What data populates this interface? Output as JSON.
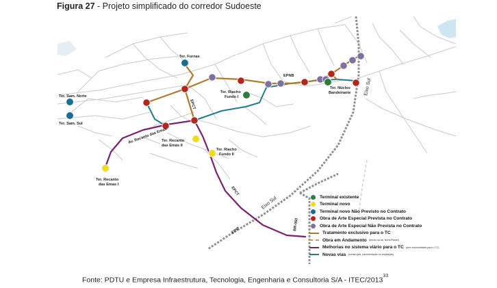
{
  "caption": {
    "figure": "Figura 27",
    "title": " - Projeto simplificado do corredor Sudoeste"
  },
  "labels": {
    "ter_furnas": "Ter. Furnas",
    "ter_sam_norte": "Ter. Sam. Norte",
    "ter_sam_sul": "Ter. Sam. Sul",
    "ter_riacho_fundo_1_a": "Ter. Riacho",
    "ter_riacho_fundo_1_b": "Fundo I",
    "ter_nucleo_a": "Ter. Núcleo",
    "ter_nucleo_b": "Bandeirante",
    "ter_recanto_2_a": "Ter. Recanto",
    "ter_recanto_2_b": "das Emas II",
    "ter_riacho_fundo_2_a": "Ter. Riacho",
    "ter_riacho_fundo_2_b": "Fundo II",
    "ter_recanto_1_a": "Ter. Recanto",
    "ter_recanto_1_b": "das Emas I",
    "av_recanto": "Av. Recanto das Emas",
    "epnb": "EPNB",
    "epct_upper": "EPCT",
    "epct_lower": "EPCT",
    "eixo_sul_upper": "Eixo Sul",
    "eixo_sul_lower": "Eixo Sul",
    "epip": "EPIP",
    "br060": "BR-060"
  },
  "legend": [
    {
      "kind": "dot",
      "color": "#2e7d3a",
      "label": "Terminal existente",
      "note": ""
    },
    {
      "kind": "dot",
      "color": "#f0dc1e",
      "label": "Terminal novo",
      "note": ""
    },
    {
      "kind": "dot",
      "color": "#1a6e94",
      "label": "Terminal novo Não Previsto no Contrato",
      "note": ""
    },
    {
      "kind": "dot",
      "color": "#b3261e",
      "label": "Obra de Arte Especial Prevista no Contrato",
      "note": ""
    },
    {
      "kind": "dot",
      "color": "#7c71a0",
      "label": "Obra de Arte Especial Não Prevista no Contrato",
      "note": ""
    },
    {
      "kind": "line",
      "color": "#b07a2a",
      "label": "Tratamento exclusivo para o TC",
      "note": ""
    },
    {
      "kind": "dash",
      "color": "#c9a050",
      "label": "Obra em Andamento",
      "note": "(trecho na ab. Norte/Pastel)"
    },
    {
      "kind": "line",
      "color": "#7a1f6e",
      "label": "Melhorias no sistema viário para o TC",
      "note": "(sem exclusividade para o TC)"
    },
    {
      "kind": "line",
      "color": "#1f7c8e",
      "label": "Novas vias",
      "note": "(construção, pavimentação ou ampliação)"
    }
  ],
  "source": {
    "text": "Fonte: PDTU e Empresa Infraestrutura, Tecnologia, Engenharia e Consultoria S/A - ITEC/2013",
    "ref": "33"
  }
}
